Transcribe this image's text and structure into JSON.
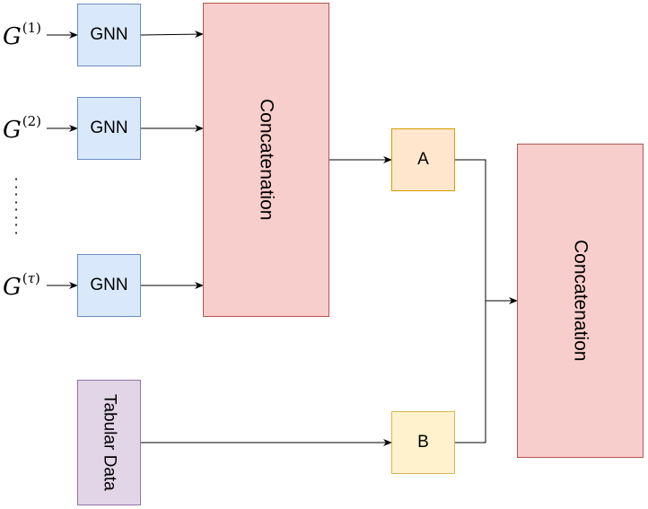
{
  "inputs": [
    {
      "symbol": "G",
      "superscript": "(1)",
      "italic_sup": false
    },
    {
      "symbol": "G",
      "superscript": "(2)",
      "italic_sup": false
    },
    {
      "symbol": "G",
      "superscript": "τ",
      "italic_sup": true
    }
  ],
  "ellipsis": "⋮",
  "gnn_label": "GNN",
  "concat1_label": "Concatenation",
  "concat2_label": "Concatenation",
  "box_a_label": "A",
  "box_b_label": "B",
  "tabular_label": "Tabular Data",
  "colors": {
    "gnn_fill": "#dae8fc",
    "gnn_stroke": "#6c8ebf",
    "concat_fill": "#f8cecc",
    "concat_stroke": "#b85450",
    "a_fill": "#ffe6cc",
    "a_stroke": "#d79b00",
    "b_fill": "#fff2cc",
    "b_stroke": "#d6b656",
    "tab_fill": "#e1d5e7",
    "tab_stroke": "#9673a6"
  }
}
